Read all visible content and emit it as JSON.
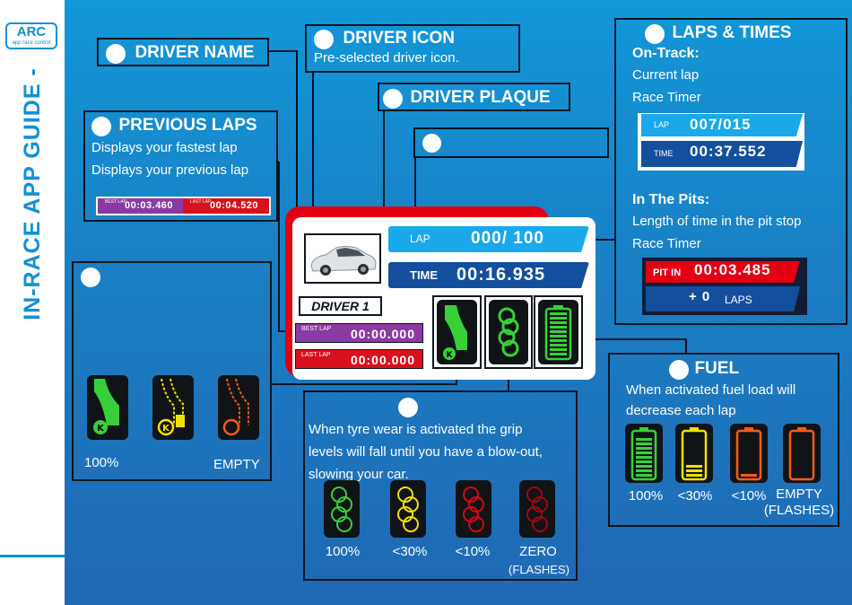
{
  "logo": {
    "main": "ARC",
    "sub": "app race control"
  },
  "sidebar_title": "IN-RACE APP GUIDE -",
  "callouts": {
    "driver_name": {
      "title": "DRIVER NAME"
    },
    "driver_icon": {
      "title": "DRIVER ICON",
      "desc": "Pre-selected driver icon."
    },
    "driver_plaque": {
      "title": "DRIVER PLAQUE"
    },
    "previous_laps": {
      "title": "PREVIOUS LAPS",
      "lines": [
        "Displays your fastest lap",
        "Displays your previous lap"
      ],
      "best_label": "BEST LAP",
      "best_value": "00:03.460",
      "last_label": "LAST LAP",
      "last_value": "00:04.520"
    },
    "laps_times": {
      "title": "LAPS & TIMES",
      "on_track_heading": "On-Track:",
      "on_track_lines": [
        "Current lap",
        "Race Timer"
      ],
      "lap_label": "LAP",
      "lap_value": "007/015",
      "time_label": "TIME",
      "time_value": "00:37.552",
      "in_pits_heading": "In The Pits:",
      "in_pits_lines": [
        "Length of time in the pit stop",
        "Race Timer"
      ],
      "pit_label": "PIT IN",
      "pit_value": "00:03.485",
      "pit_laps_value": "+ 0",
      "pit_laps_label": "LAPS"
    },
    "grip": {
      "full_caption": "100%",
      "empty_caption": "EMPTY"
    },
    "tyre": {
      "desc_lines": [
        "When tyre wear is activated the grip",
        "levels will fall until you have a blow-out,",
        "slowing your car."
      ],
      "levels": [
        "100%",
        "<30%",
        "<10%",
        "ZERO"
      ],
      "zero_note": "(FLASHES)"
    },
    "fuel": {
      "title": "FUEL",
      "desc_lines": [
        "When activated fuel load will",
        "decrease each lap"
      ],
      "levels": [
        "100%",
        "<30%",
        "<10%",
        "EMPTY"
      ],
      "empty_note": "(FLASHES)"
    }
  },
  "plaque": {
    "driver_name": "DRIVER 1",
    "lap_label": "LAP",
    "lap_value": "000/ 100",
    "time_label": "TIME",
    "time_value": "00:16.935",
    "best_label": "BEST LAP",
    "best_value": "00:00.000",
    "last_label": "LAST LAP",
    "last_value": "00:00.000"
  },
  "colors": {
    "green": "#37d137",
    "yellow": "#f2e000",
    "orange": "#ff5a1e",
    "red": "#e00012",
    "purple": "#8a3aa2",
    "light_blue": "#1aa8ea",
    "dark_blue": "#134f9c",
    "brand": "#1190d6"
  },
  "icons": [
    "car-icon",
    "grip-gauge-icon",
    "tyre-gauge-icon",
    "fuel-gauge-icon",
    "k-badge-icon"
  ]
}
